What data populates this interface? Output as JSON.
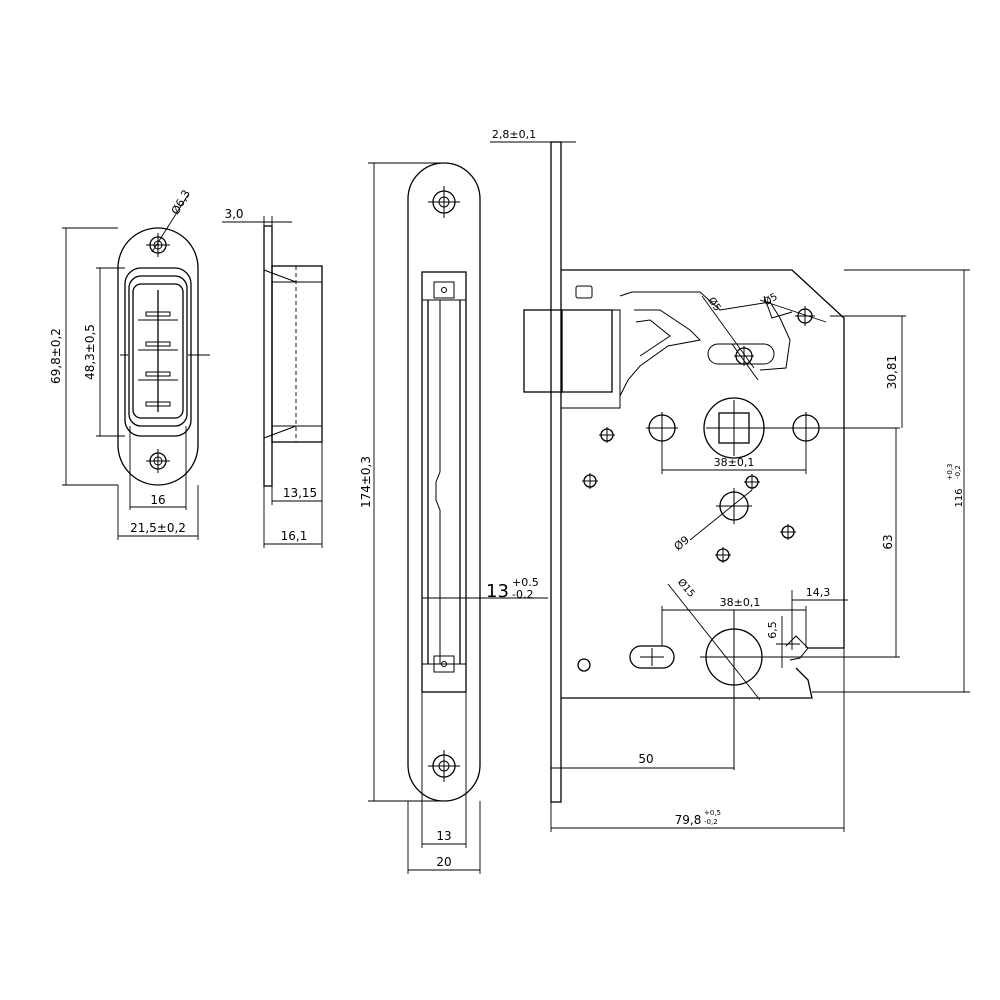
{
  "strike_plate": {
    "dim_height_outer": "69,8±0,2",
    "dim_height_inner": "48,3±0,5",
    "dim_hole_diameter": "Ø6,3",
    "dim_width_inner": "16",
    "dim_width_outer": "21,5±0,2"
  },
  "strike_side": {
    "dim_thickness": "3,0",
    "dim_depth": "13,15",
    "dim_total_depth": "16,1"
  },
  "faceplate": {
    "dim_length": "174±0,3",
    "dim_width_inner": "13",
    "dim_width_outer": "20",
    "dim_tolerance_label": "13",
    "dim_tolerance_upper": "+0.5",
    "dim_tolerance_lower": "-0.2"
  },
  "lock_body": {
    "dim_plate_thickness": "2,8±0,1",
    "dim_hole_d5_top": "Ø5",
    "dim_hole_d5_small": "Ø5",
    "dim_30_81": "30,81",
    "dim_spacing_top": "38±0,1",
    "dim_spacing_bottom": "38±0,1",
    "dim_hole_d9": "Ø9",
    "dim_63": "63",
    "dim_hole_d15": "Ø15",
    "dim_14_3": "14,3",
    "dim_6_5": "6,5",
    "dim_height_116": "116",
    "dim_height_116_tol_upper": "+0,3",
    "dim_height_116_tol_lower": "-0,2",
    "dim_backset_50": "50",
    "dim_width_79_8": "79,8",
    "dim_width_79_8_tol_upper": "+0,5",
    "dim_width_79_8_tol_lower": "-0,2"
  }
}
